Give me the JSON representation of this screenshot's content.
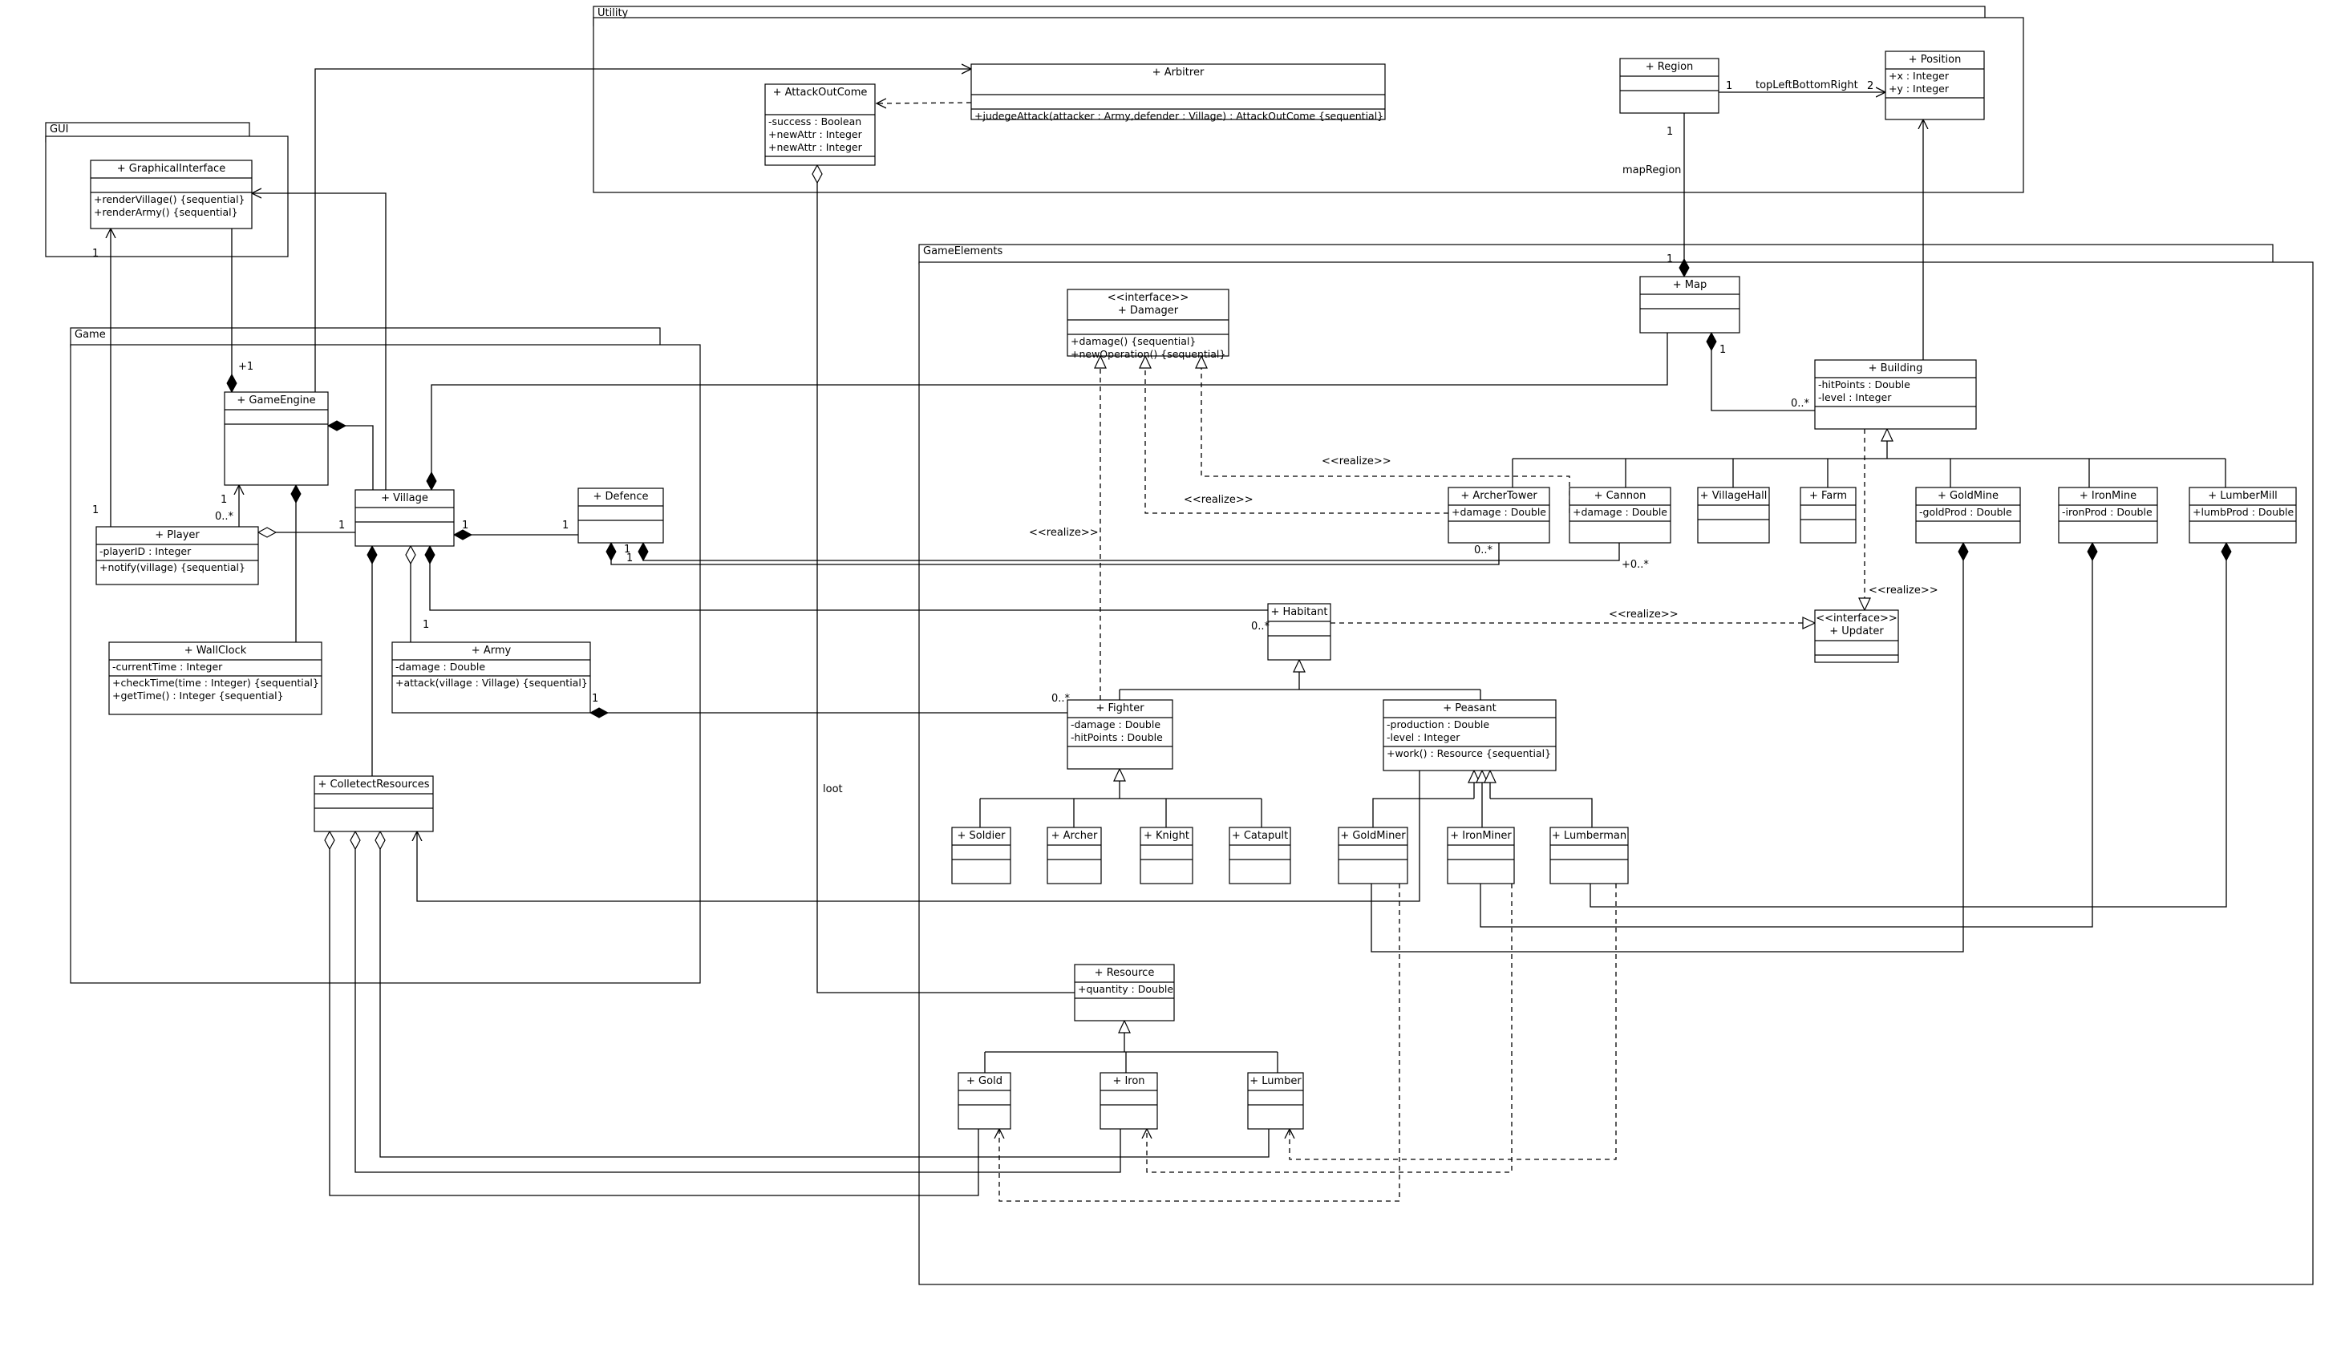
{
  "packages": {
    "utility": "Utility",
    "gui": "GUI",
    "game": "Game",
    "game_elements": "GameElements"
  },
  "classes": {
    "attack_out_come": {
      "name": "+ AttackOutCome",
      "attrs": [
        "-success : Boolean",
        "+newAttr : Integer",
        "+newAttr : Integer"
      ],
      "ops": []
    },
    "arbitrer": {
      "name": "+ Arbitrer",
      "attrs": [],
      "ops": [
        "+judegeAttack(attacker : Army,defender : Village) : AttackOutCome {sequential}"
      ]
    },
    "region": {
      "name": "+ Region",
      "attrs": [],
      "ops": []
    },
    "position": {
      "name": "+ Position",
      "attrs": [
        "+x : Integer",
        "+y : Integer"
      ],
      "ops": []
    },
    "graphical_interface": {
      "name": "+ GraphicalInterface",
      "attrs": [],
      "ops": [
        "+renderVillage() {sequential}",
        "+renderArmy() {sequential}"
      ]
    },
    "game_engine": {
      "name": "+ GameEngine",
      "attrs": [],
      "ops": []
    },
    "village": {
      "name": "+ Village",
      "attrs": [],
      "ops": []
    },
    "defence": {
      "name": "+ Defence",
      "attrs": [],
      "ops": []
    },
    "player": {
      "name": "+ Player",
      "attrs": [
        "-playerID : Integer"
      ],
      "ops": [
        "+notify(village) {sequential}"
      ]
    },
    "wall_clock": {
      "name": "+ WallClock",
      "attrs": [
        "-currentTime : Integer"
      ],
      "ops": [
        "+checkTime(time : Integer) {sequential}",
        "+getTime() : Integer {sequential}"
      ]
    },
    "army": {
      "name": "+ Army",
      "attrs": [
        "-damage : Double"
      ],
      "ops": [
        "+attack(village : Village) {sequential}"
      ]
    },
    "collect_resources": {
      "name": "+ ColletectResources",
      "attrs": [],
      "ops": []
    },
    "damager": {
      "name": "+ Damager",
      "stereotype": "<<interface>>",
      "attrs": [],
      "ops": [
        "+damage() {sequential}",
        "+newOperation() {sequential}"
      ]
    },
    "map": {
      "name": "+ Map",
      "attrs": [],
      "ops": []
    },
    "building": {
      "name": "+ Building",
      "attrs": [
        "-hitPoints : Double",
        "-level : Integer"
      ],
      "ops": []
    },
    "archer_tower": {
      "name": "+ ArcherTower",
      "attrs": [
        "+damage : Double"
      ],
      "ops": []
    },
    "cannon": {
      "name": "+ Cannon",
      "attrs": [
        "+damage : Double"
      ],
      "ops": []
    },
    "village_hall": {
      "name": "+ VillageHall",
      "attrs": [],
      "ops": []
    },
    "farm": {
      "name": "+ Farm",
      "attrs": [],
      "ops": []
    },
    "gold_mine": {
      "name": "+ GoldMine",
      "attrs": [
        "-goldProd : Double"
      ],
      "ops": []
    },
    "iron_mine": {
      "name": "+ IronMine",
      "attrs": [
        "-ironProd : Double"
      ],
      "ops": []
    },
    "lumber_mill": {
      "name": "+ LumberMill",
      "attrs": [
        "+lumbProd : Double"
      ],
      "ops": []
    },
    "habitant": {
      "name": "+ Habitant",
      "attrs": [],
      "ops": []
    },
    "updater": {
      "name": "+ Updater",
      "stereotype": "<<interface>>",
      "attrs": [],
      "ops": []
    },
    "fighter": {
      "name": "+ Fighter",
      "attrs": [
        "-damage : Double",
        "-hitPoints : Double"
      ],
      "ops": []
    },
    "peasant": {
      "name": "+ Peasant",
      "attrs": [
        "-production : Double",
        "-level : Integer"
      ],
      "ops": [
        "+work() : Resource {sequential}"
      ]
    },
    "soldier": {
      "name": "+ Soldier",
      "attrs": [],
      "ops": []
    },
    "archer": {
      "name": "+ Archer",
      "attrs": [],
      "ops": []
    },
    "knight": {
      "name": "+ Knight",
      "attrs": [],
      "ops": []
    },
    "catapult": {
      "name": "+ Catapult",
      "attrs": [],
      "ops": []
    },
    "gold_miner": {
      "name": "+ GoldMiner",
      "attrs": [],
      "ops": []
    },
    "iron_miner": {
      "name": "+ IronMiner",
      "attrs": [],
      "ops": []
    },
    "lumberman": {
      "name": "+ Lumberman",
      "attrs": [],
      "ops": []
    },
    "resource": {
      "name": "+ Resource",
      "attrs": [
        "+quantity : Double"
      ],
      "ops": []
    },
    "gold": {
      "name": "+ Gold",
      "attrs": [],
      "ops": []
    },
    "iron": {
      "name": "+ Iron",
      "attrs": [],
      "ops": []
    },
    "lumber": {
      "name": "+ Lumber",
      "attrs": [],
      "ops": []
    }
  },
  "labels": {
    "top_left_bottom_right": "topLeftBottomRight",
    "map_region": "mapRegion",
    "loot": "loot",
    "realize": "<<realize>>",
    "region_mult_left": "1",
    "region_mult_right": "2",
    "region_mult_bottom": "1",
    "map_mult_top": "1",
    "map_building_1": "1",
    "building_mult": "0..*",
    "gui_mult": "1",
    "engine_gui_mult": "+1",
    "player_gui_mult": "1",
    "engine_player_mult": "1",
    "engine_player_many": "0..*",
    "player_village_mult": "1",
    "village_defence_left": "1",
    "village_defence_right": "1",
    "defence_tower_a": "1",
    "defence_tower_b": "1",
    "tower_mult": "0..*",
    "cannon_mult": "+0..*",
    "village_army_mult": "1",
    "army_fighter_mult": "1",
    "fighter_mult": "0..*",
    "habitant_mult": "0..*"
  }
}
